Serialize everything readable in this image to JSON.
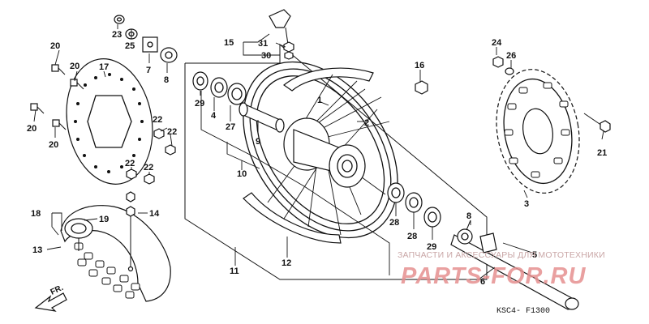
{
  "diagram": {
    "callouts": [
      "1",
      "2",
      "3",
      "4",
      "5",
      "6",
      "7",
      "8",
      "8",
      "9",
      "10",
      "11",
      "12",
      "13",
      "14",
      "15",
      "16",
      "17",
      "18",
      "19",
      "20",
      "20",
      "20",
      "20",
      "21",
      "22",
      "22",
      "22",
      "22",
      "23",
      "24",
      "25",
      "26",
      "27",
      "28",
      "28",
      "29",
      "29",
      "30",
      "31"
    ],
    "code": "KSC4- F1300",
    "arrow_label": "FR.",
    "watermark_top": "ЗАПЧАСТИ И АКСЕССУАРЫ ДЛЯ МОТОТЕХНИКИ",
    "watermark_brand": "PARTS-FOR.RU"
  }
}
